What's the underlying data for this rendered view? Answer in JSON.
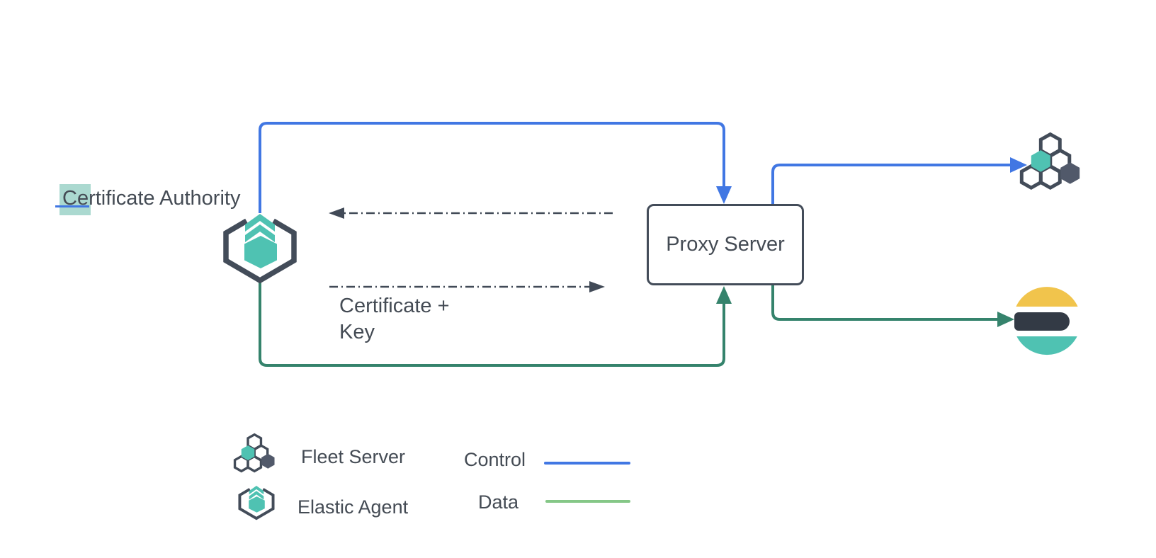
{
  "nodes": {
    "certificate_authority": {
      "label": "Certificate Authority"
    },
    "proxy_server": {
      "label": "Proxy Server"
    },
    "fleet_server": {
      "icon": "fleet-server-icon"
    },
    "elastic_agent": {
      "icon": "elastic-agent-icon"
    },
    "elasticsearch": {
      "icon": "elasticsearch-icon"
    }
  },
  "annotations": {
    "certificate_key": {
      "line1": "Certificate +",
      "line2": "Key"
    }
  },
  "legend": {
    "items": [
      {
        "icon": "fleet-server-icon",
        "label": "Fleet Server"
      },
      {
        "icon": "elastic-agent-icon",
        "label": "Elastic Agent"
      }
    ],
    "lines": [
      {
        "label": "Control",
        "color": "#4177e3"
      },
      {
        "label": "Data",
        "color": "#85c787"
      }
    ]
  },
  "colors": {
    "control_blue": "#4177e3",
    "data_green": "#35836c",
    "legend_data_green": "#85c787",
    "outline_dark": "#434c59",
    "dark_hex_fill": "#51596a",
    "teal": "#4fc2b2",
    "selection_highlight_teal": "#abd9d0",
    "elastic_yellow": "#f1c44c",
    "elastic_dark": "#333a45",
    "text": "#444b54",
    "background": "#ffffff"
  }
}
